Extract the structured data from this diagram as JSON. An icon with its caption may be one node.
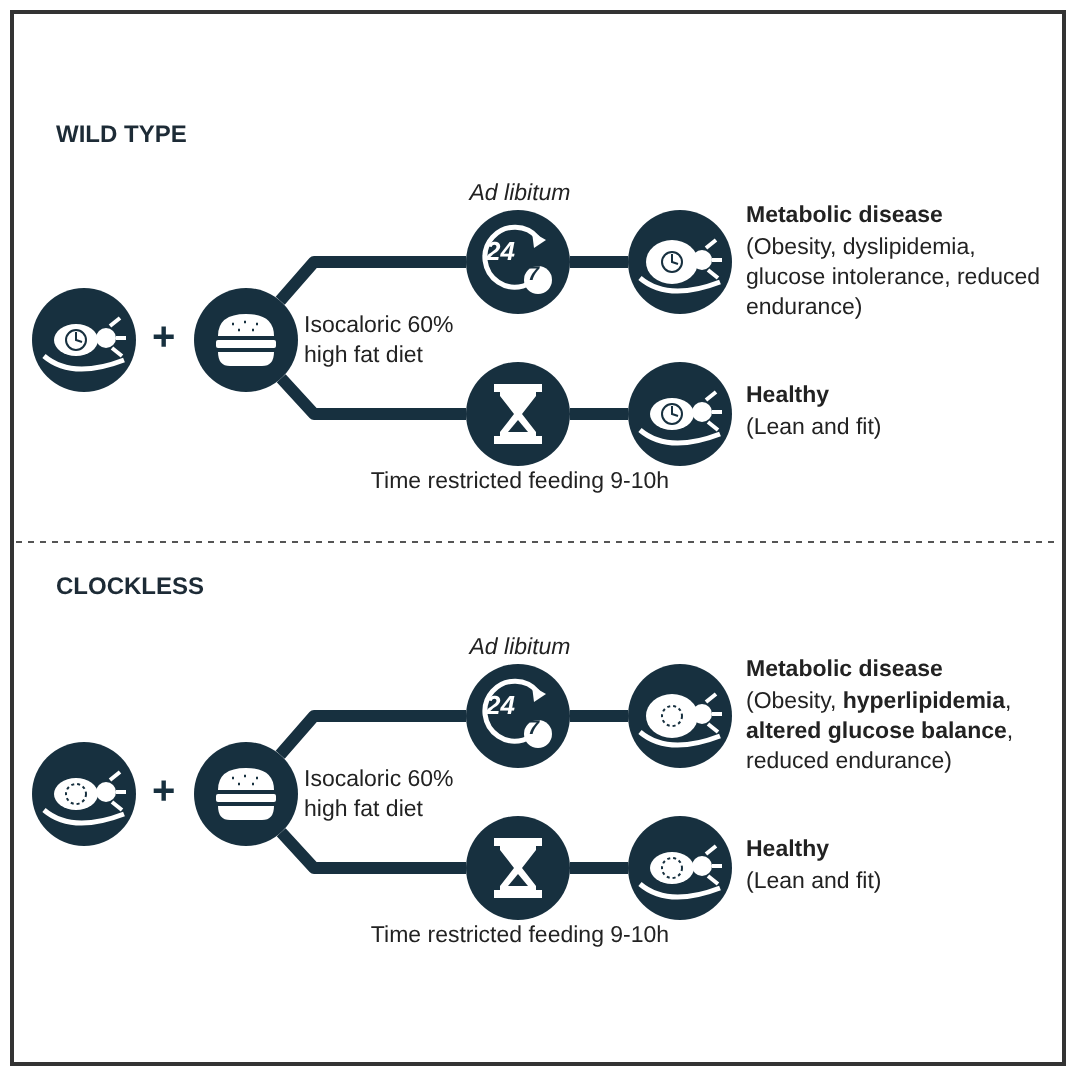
{
  "diagram": {
    "nodes": [
      {
        "text": [],
        "shape": "picture"
      },
      {
        "text": [],
        "shape": "picture",
        "beside": [
          "Isocaloric 60% high fat diet"
        ]
      },
      {
        "text": [
          "24",
          "7"
        ],
        "beside": [
          "Ad libitum"
        ]
      },
      {
        "text": [],
        "shape": "picture",
        "beside": [
          "Time restricted feeding 9-10h"
        ]
      },
      {
        "text": [],
        "shape": "picture",
        "beside": [
          "Metabolic disease",
          "(Obesity, dyslipidemia, glucose intolerance, reduced endurance)"
        ]
      },
      {
        "text": [],
        "shape": "picture",
        "beside": [
          "Healthy",
          "(Lean and fit)"
        ]
      },
      {
        "text": [],
        "shape": "picture"
      },
      {
        "text": [],
        "shape": "picture",
        "beside": [
          "Isocaloric 60% high fat diet"
        ]
      },
      {
        "text": [
          "24",
          "7"
        ],
        "beside": [
          "Ad libitum"
        ]
      },
      {
        "text": [],
        "shape": "picture",
        "beside": [
          "Time restricted feeding 9-10h"
        ]
      },
      {
        "text": [],
        "shape": "picture",
        "beside": [
          "Metabolic disease",
          "(Obesity, **hyperlipidemia**, **altered glucose balance**, reduced endurance)"
        ]
      },
      {
        "text": [],
        "shape": "picture",
        "beside": [
          "Healthy",
          "(Lean and fit)"
        ]
      }
    ],
    "edges": [
      {
        "from": 1,
        "to": 2,
        "arrow": "none"
      },
      {
        "from": 1,
        "to": 3,
        "arrow": "none"
      },
      {
        "from": 2,
        "to": 4,
        "arrow": "none"
      },
      {
        "from": 3,
        "to": 5,
        "arrow": "none"
      },
      {
        "from": 7,
        "to": 8,
        "arrow": "none"
      },
      {
        "from": 7,
        "to": 9,
        "arrow": "none"
      },
      {
        "from": 8,
        "to": 10,
        "arrow": "none"
      },
      {
        "from": 9,
        "to": 11,
        "arrow": "none"
      }
    ],
    "labels": [
      "WILD TYPE",
      "+",
      "CLOCKLESS",
      "+"
    ]
  }
}
